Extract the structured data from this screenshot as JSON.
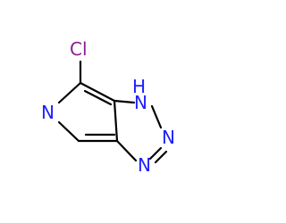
{
  "molecule": {
    "atoms": {
      "cl": "Cl",
      "n_pyridine": "N",
      "nh": "H",
      "nh_n": "N",
      "n2": "N",
      "n3": "N"
    },
    "colors": {
      "chlorine": "#8a1c8f",
      "nitrogen": "#1f20ff",
      "bond": "#000000",
      "background": "#ffffff"
    }
  }
}
